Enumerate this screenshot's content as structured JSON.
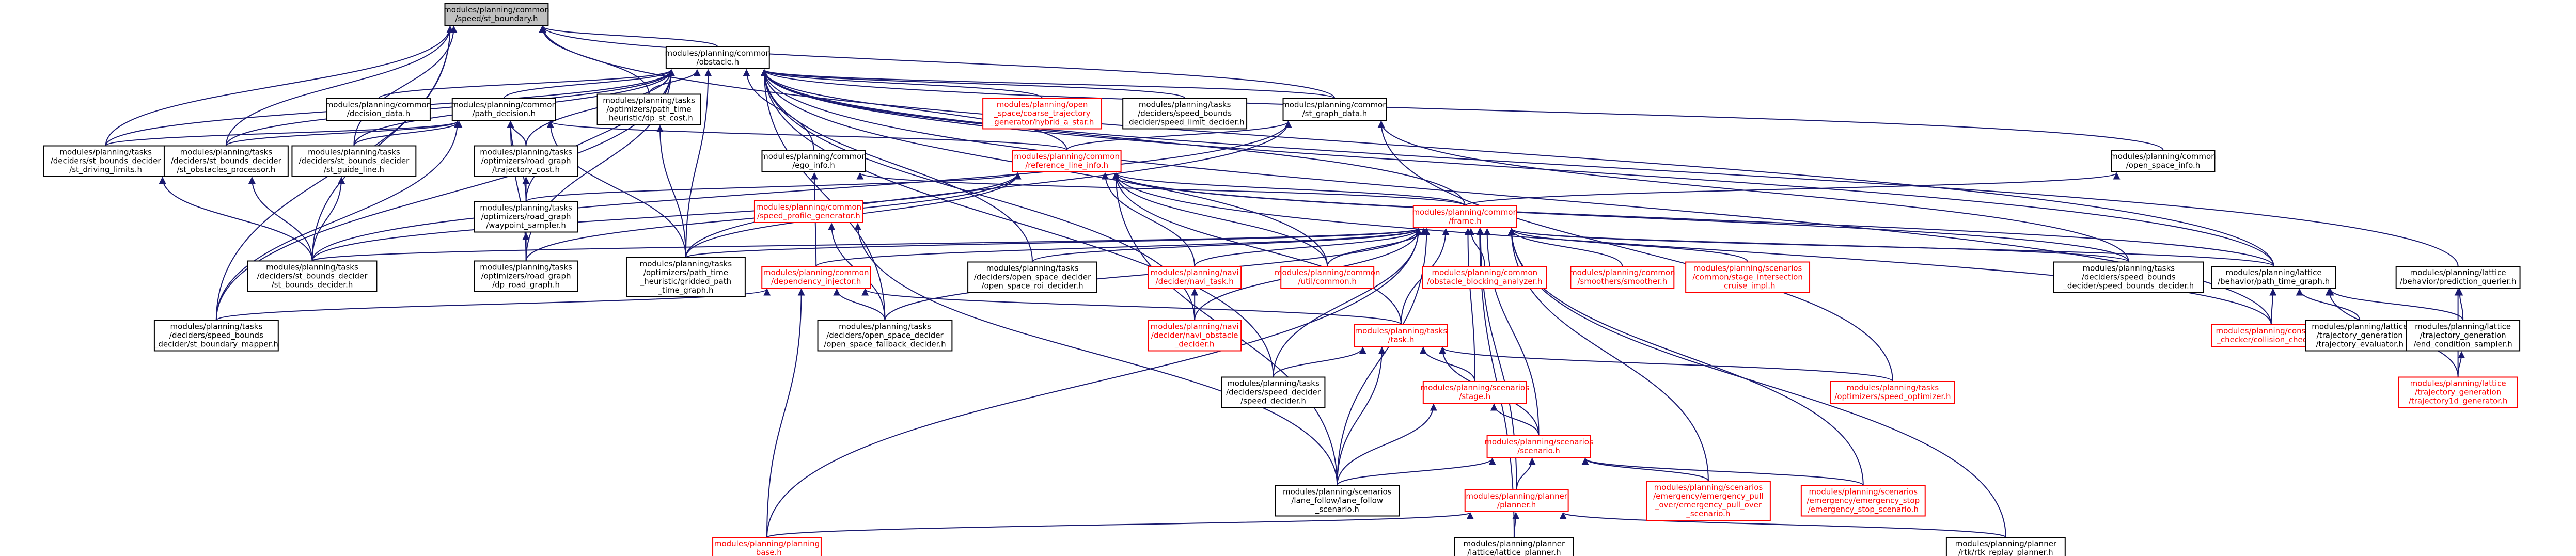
{
  "colors": {
    "edge": "#191970",
    "node_border_normal": "#000000",
    "node_border_red": "#ff0000",
    "node_root_fill": "#bfbfbf",
    "text_normal": "#000000",
    "text_red": "#ff0000"
  },
  "nodes": [
    {
      "id": "root",
      "lines": [
        "modules/planning/common",
        "/speed/st_boundary.h"
      ],
      "root": true
    },
    {
      "id": "obstacle",
      "lines": [
        "modules/planning/common",
        "/obstacle.h"
      ]
    },
    {
      "id": "decision_data",
      "lines": [
        "modules/planning/common",
        "/decision_data.h"
      ]
    },
    {
      "id": "path_decision",
      "lines": [
        "modules/planning/common",
        "/path_decision.h"
      ]
    },
    {
      "id": "dp_st_cost",
      "lines": [
        "modules/planning/tasks",
        "/optimizers/path_time",
        "_heuristic/dp_st_cost.h"
      ]
    },
    {
      "id": "hybrid_a_star",
      "lines": [
        "modules/planning/open",
        "_space/coarse_trajectory",
        "_generator/hybrid_a_star.h"
      ],
      "red": true
    },
    {
      "id": "speed_limit_decider",
      "lines": [
        "modules/planning/tasks",
        "/deciders/speed_bounds",
        "_decider/speed_limit_decider.h"
      ]
    },
    {
      "id": "st_graph_data",
      "lines": [
        "modules/planning/common",
        "/st_graph_data.h"
      ]
    },
    {
      "id": "st_driving_limits",
      "lines": [
        "modules/planning/tasks",
        "/deciders/st_bounds_decider",
        "/st_driving_limits.h"
      ]
    },
    {
      "id": "st_obstacles_processor",
      "lines": [
        "modules/planning/tasks",
        "/deciders/st_bounds_decider",
        "/st_obstacles_processor.h"
      ]
    },
    {
      "id": "st_guide_line",
      "lines": [
        "modules/planning/tasks",
        "/deciders/st_bounds_decider",
        "/st_guide_line.h"
      ]
    },
    {
      "id": "trajectory_cost",
      "lines": [
        "modules/planning/tasks",
        "/optimizers/road_graph",
        "/trajectory_cost.h"
      ]
    },
    {
      "id": "ego_info",
      "lines": [
        "modules/planning/common",
        "/ego_info.h"
      ]
    },
    {
      "id": "reference_line_info",
      "lines": [
        "modules/planning/common",
        "/reference_line_info.h"
      ],
      "red": true
    },
    {
      "id": "open_space_info",
      "lines": [
        "modules/planning/common",
        "/open_space_info.h"
      ]
    },
    {
      "id": "speed_profile_generator",
      "lines": [
        "modules/planning/common",
        "/speed_profile_generator.h"
      ],
      "red": true
    },
    {
      "id": "waypoint_sampler",
      "lines": [
        "modules/planning/tasks",
        "/optimizers/road_graph",
        "/waypoint_sampler.h"
      ]
    },
    {
      "id": "frame",
      "lines": [
        "modules/planning/common",
        "/frame.h"
      ],
      "red": true
    },
    {
      "id": "st_bounds_decider",
      "lines": [
        "modules/planning/tasks",
        "/deciders/st_bounds_decider",
        "/st_bounds_decider.h"
      ]
    },
    {
      "id": "dp_road_graph",
      "lines": [
        "modules/planning/tasks",
        "/optimizers/road_graph",
        "/dp_road_graph.h"
      ]
    },
    {
      "id": "gridded_path_time_graph",
      "lines": [
        "modules/planning/tasks",
        "/optimizers/path_time",
        "_heuristic/gridded_path",
        "_time_graph.h"
      ]
    },
    {
      "id": "dependency_injector",
      "lines": [
        "modules/planning/common",
        "/dependency_injector.h"
      ],
      "red": true
    },
    {
      "id": "open_space_roi_decider",
      "lines": [
        "modules/planning/tasks",
        "/deciders/open_space_decider",
        "/open_space_roi_decider.h"
      ]
    },
    {
      "id": "navi_task",
      "lines": [
        "modules/planning/navi",
        "/decider/navi_task.h"
      ],
      "red": true
    },
    {
      "id": "util_common",
      "lines": [
        "modules/planning/common",
        "/util/common.h"
      ],
      "red": true
    },
    {
      "id": "obstacle_blocking_analyzer",
      "lines": [
        "modules/planning/common",
        "/obstacle_blocking_analyzer.h"
      ],
      "red": true
    },
    {
      "id": "smoother",
      "lines": [
        "modules/planning/common",
        "/smoothers/smoother.h"
      ],
      "red": true
    },
    {
      "id": "stage_intersection_cruise",
      "lines": [
        "modules/planning/scenarios",
        "/common/stage_intersection",
        "_cruise_impl.h"
      ],
      "red": true
    },
    {
      "id": "speed_bounds_decider",
      "lines": [
        "modules/planning/tasks",
        "/deciders/speed_bounds",
        "_decider/speed_bounds_decider.h"
      ]
    },
    {
      "id": "path_time_graph",
      "lines": [
        "modules/planning/lattice",
        "/behavior/path_time_graph.h"
      ]
    },
    {
      "id": "prediction_querier",
      "lines": [
        "modules/planning/lattice",
        "/behavior/prediction_querier.h"
      ]
    },
    {
      "id": "speed_bounds_mapper",
      "lines": [
        "modules/planning/tasks",
        "/deciders/speed_bounds",
        "_decider/st_boundary_mapper.h"
      ]
    },
    {
      "id": "open_space_fallback_decider",
      "lines": [
        "modules/planning/tasks",
        "/deciders/open_space_decider",
        "/open_space_fallback_decider.h"
      ]
    },
    {
      "id": "navi_obstacle_decider",
      "lines": [
        "modules/planning/navi",
        "/decider/navi_obstacle",
        "_decider.h"
      ],
      "red": true
    },
    {
      "id": "task",
      "lines": [
        "modules/planning/tasks",
        "/task.h"
      ],
      "red": true
    },
    {
      "id": "collision_checker",
      "lines": [
        "modules/planning/constraint",
        "_checker/collision_checker.h"
      ],
      "red": true
    },
    {
      "id": "trajectory_evaluator",
      "lines": [
        "modules/planning/lattice",
        "/trajectory_generation",
        "/trajectory_evaluator.h"
      ]
    },
    {
      "id": "end_condition_sampler",
      "lines": [
        "modules/planning/lattice",
        "/trajectory_generation",
        "/end_condition_sampler.h"
      ]
    },
    {
      "id": "speed_decider",
      "lines": [
        "modules/planning/tasks",
        "/deciders/speed_decider",
        "/speed_decider.h"
      ]
    },
    {
      "id": "stage",
      "lines": [
        "modules/planning/scenarios",
        "/stage.h"
      ],
      "red": true
    },
    {
      "id": "speed_optimizer",
      "lines": [
        "modules/planning/tasks",
        "/optimizers/speed_optimizer.h"
      ],
      "red": true
    },
    {
      "id": "trajectory1d_generator",
      "lines": [
        "modules/planning/lattice",
        "/trajectory_generation",
        "/trajectory1d_generator.h"
      ],
      "red": true
    },
    {
      "id": "scenario",
      "lines": [
        "modules/planning/scenarios",
        "/scenario.h"
      ],
      "red": true
    },
    {
      "id": "planner",
      "lines": [
        "modules/planning/planner",
        "/planner.h"
      ],
      "red": true
    },
    {
      "id": "lane_follow_scenario",
      "lines": [
        "modules/planning/scenarios",
        "/lane_follow/lane_follow",
        "_scenario.h"
      ]
    },
    {
      "id": "emergency_pull_over",
      "lines": [
        "modules/planning/scenarios",
        "/emergency/emergency_pull",
        "_over/emergency_pull_over",
        "_scenario.h"
      ],
      "red": true
    },
    {
      "id": "emergency_stop",
      "lines": [
        "modules/planning/scenarios",
        "/emergency/emergency_stop",
        "/emergency_stop_scenario.h"
      ],
      "red": true
    },
    {
      "id": "planning_base",
      "lines": [
        "modules/planning/planning",
        "_base.h"
      ],
      "red": true
    },
    {
      "id": "lattice_planner",
      "lines": [
        "modules/planning/planner",
        "/lattice/lattice_planner.h"
      ]
    },
    {
      "id": "rtk_replay_planner",
      "lines": [
        "modules/planning/planner",
        "/rtk/rtk_replay_planner.h"
      ]
    }
  ],
  "edges": [
    [
      "obstacle",
      "root"
    ],
    [
      "dp_st_cost",
      "root"
    ],
    [
      "st_graph_data",
      "root"
    ],
    [
      "st_driving_limits",
      "root"
    ],
    [
      "st_obstacles_processor",
      "root"
    ],
    [
      "st_guide_line",
      "root"
    ],
    [
      "path_time_graph",
      "root"
    ],
    [
      "speed_bounds_mapper",
      "root"
    ],
    [
      "st_bounds_decider",
      "root"
    ],
    [
      "path_decision",
      "obstacle"
    ],
    [
      "decision_data",
      "obstacle"
    ],
    [
      "dp_st_cost",
      "obstacle"
    ],
    [
      "hybrid_a_star",
      "obstacle"
    ],
    [
      "speed_limit_decider",
      "obstacle"
    ],
    [
      "st_graph_data",
      "obstacle"
    ],
    [
      "ego_info",
      "obstacle"
    ],
    [
      "reference_line_info",
      "obstacle"
    ],
    [
      "open_space_info",
      "obstacle"
    ],
    [
      "frame",
      "obstacle"
    ],
    [
      "trajectory_cost",
      "obstacle"
    ],
    [
      "waypoint_sampler",
      "obstacle"
    ],
    [
      "st_driving_limits",
      "obstacle"
    ],
    [
      "st_obstacles_processor",
      "obstacle"
    ],
    [
      "st_guide_line",
      "obstacle"
    ],
    [
      "gridded_path_time_graph",
      "obstacle"
    ],
    [
      "dp_road_graph",
      "obstacle"
    ],
    [
      "open_space_roi_decider",
      "obstacle"
    ],
    [
      "util_common",
      "obstacle"
    ],
    [
      "speed_bounds_mapper",
      "obstacle"
    ],
    [
      "collision_checker",
      "obstacle"
    ],
    [
      "path_time_graph",
      "obstacle"
    ],
    [
      "prediction_querier",
      "obstacle"
    ],
    [
      "open_space_fallback_decider",
      "obstacle"
    ],
    [
      "speed_decider",
      "obstacle"
    ],
    [
      "navi_obstacle_decider",
      "obstacle"
    ],
    [
      "reference_line_info",
      "path_decision"
    ],
    [
      "st_driving_limits",
      "path_decision"
    ],
    [
      "st_obstacles_processor",
      "path_decision"
    ],
    [
      "st_guide_line",
      "path_decision"
    ],
    [
      "trajectory_cost",
      "path_decision"
    ],
    [
      "waypoint_sampler",
      "path_decision"
    ],
    [
      "dp_road_graph",
      "path_decision"
    ],
    [
      "gridded_path_time_graph",
      "path_decision"
    ],
    [
      "speed_bounds_mapper",
      "path_decision"
    ],
    [
      "gridded_path_time_graph",
      "dp_st_cost"
    ],
    [
      "reference_line_info",
      "st_graph_data"
    ],
    [
      "st_bounds_decider",
      "st_graph_data"
    ],
    [
      "gridded_path_time_graph",
      "st_graph_data"
    ],
    [
      "speed_bounds_decider",
      "st_graph_data"
    ],
    [
      "speed_optimizer",
      "st_graph_data"
    ],
    [
      "st_bounds_decider",
      "st_driving_limits"
    ],
    [
      "st_bounds_decider",
      "st_obstacles_processor"
    ],
    [
      "st_bounds_decider",
      "st_guide_line"
    ],
    [
      "dp_road_graph",
      "trajectory_cost"
    ],
    [
      "dp_road_graph",
      "waypoint_sampler"
    ],
    [
      "frame",
      "ego_info"
    ],
    [
      "dependency_injector",
      "ego_info"
    ],
    [
      "frame",
      "reference_line_info"
    ],
    [
      "st_bounds_decider",
      "reference_line_info"
    ],
    [
      "waypoint_sampler",
      "reference_line_info"
    ],
    [
      "dp_road_graph",
      "reference_line_info"
    ],
    [
      "gridded_path_time_graph",
      "reference_line_info"
    ],
    [
      "navi_task",
      "reference_line_info"
    ],
    [
      "util_common",
      "reference_line_info"
    ],
    [
      "task",
      "reference_line_info"
    ],
    [
      "speed_bounds_decider",
      "reference_line_info"
    ],
    [
      "collision_checker",
      "reference_line_info"
    ],
    [
      "path_time_graph",
      "reference_line_info"
    ],
    [
      "lane_follow_scenario",
      "reference_line_info"
    ],
    [
      "frame",
      "open_space_info"
    ],
    [
      "lane_follow_scenario",
      "speed_profile_generator"
    ],
    [
      "open_space_fallback_decider",
      "speed_profile_generator"
    ],
    [
      "st_bounds_decider",
      "frame"
    ],
    [
      "gridded_path_time_graph",
      "frame"
    ],
    [
      "dependency_injector",
      "frame"
    ],
    [
      "open_space_roi_decider",
      "frame"
    ],
    [
      "navi_task",
      "frame"
    ],
    [
      "util_common",
      "frame"
    ],
    [
      "obstacle_blocking_analyzer",
      "frame"
    ],
    [
      "smoother",
      "frame"
    ],
    [
      "stage_intersection_cruise",
      "frame"
    ],
    [
      "speed_bounds_decider",
      "frame"
    ],
    [
      "path_time_graph",
      "frame"
    ],
    [
      "open_space_fallback_decider",
      "frame"
    ],
    [
      "navi_obstacle_decider",
      "frame"
    ],
    [
      "task",
      "frame"
    ],
    [
      "stage",
      "frame"
    ],
    [
      "scenario",
      "frame"
    ],
    [
      "planner",
      "frame"
    ],
    [
      "lane_follow_scenario",
      "frame"
    ],
    [
      "emergency_pull_over",
      "frame"
    ],
    [
      "emergency_stop",
      "frame"
    ],
    [
      "planning_base",
      "frame"
    ],
    [
      "lattice_planner",
      "frame"
    ],
    [
      "rtk_replay_planner",
      "frame"
    ],
    [
      "speed_decider",
      "frame"
    ],
    [
      "speed_bounds_mapper",
      "dependency_injector"
    ],
    [
      "open_space_fallback_decider",
      "dependency_injector"
    ],
    [
      "task",
      "dependency_injector"
    ],
    [
      "planning_base",
      "dependency_injector"
    ],
    [
      "navi_obstacle_decider",
      "navi_task"
    ],
    [
      "collision_checker",
      "path_time_graph"
    ],
    [
      "trajectory_evaluator",
      "path_time_graph"
    ],
    [
      "end_condition_sampler",
      "path_time_graph"
    ],
    [
      "trajectory1d_generator",
      "path_time_graph"
    ],
    [
      "end_condition_sampler",
      "prediction_querier"
    ],
    [
      "trajectory1d_generator",
      "prediction_querier"
    ],
    [
      "trajectory1d_generator",
      "end_condition_sampler"
    ],
    [
      "speed_decider",
      "task"
    ],
    [
      "stage",
      "task"
    ],
    [
      "speed_optimizer",
      "task"
    ],
    [
      "scenario",
      "task"
    ],
    [
      "lane_follow_scenario",
      "task"
    ],
    [
      "scenario",
      "stage"
    ],
    [
      "lane_follow_scenario",
      "stage"
    ],
    [
      "planner",
      "scenario"
    ],
    [
      "lane_follow_scenario",
      "scenario"
    ],
    [
      "emergency_pull_over",
      "scenario"
    ],
    [
      "emergency_stop",
      "scenario"
    ],
    [
      "planning_base",
      "planner"
    ],
    [
      "lattice_planner",
      "planner"
    ],
    [
      "rtk_replay_planner",
      "planner"
    ]
  ]
}
